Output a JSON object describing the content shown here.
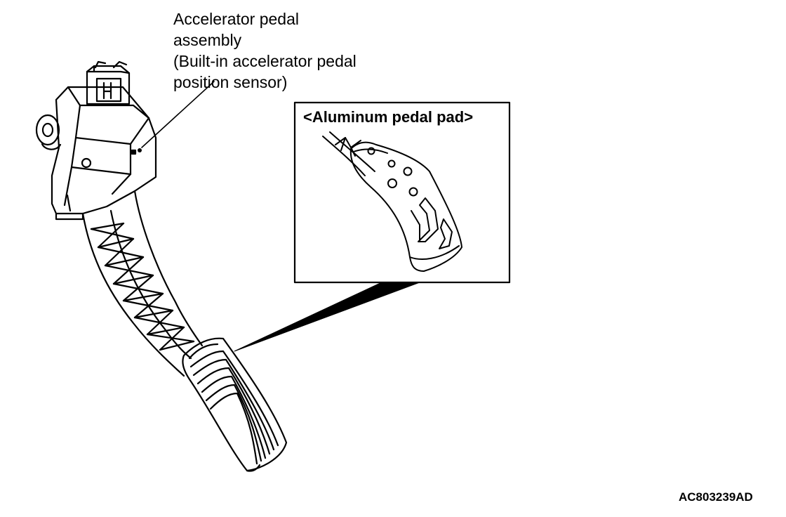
{
  "callout": {
    "lines": [
      "Accelerator pedal",
      "assembly",
      "(Built-in accelerator pedal",
      "position sensor)"
    ]
  },
  "inset": {
    "title": "<Aluminum pedal pad>"
  },
  "figure_code": "AC803239AD"
}
